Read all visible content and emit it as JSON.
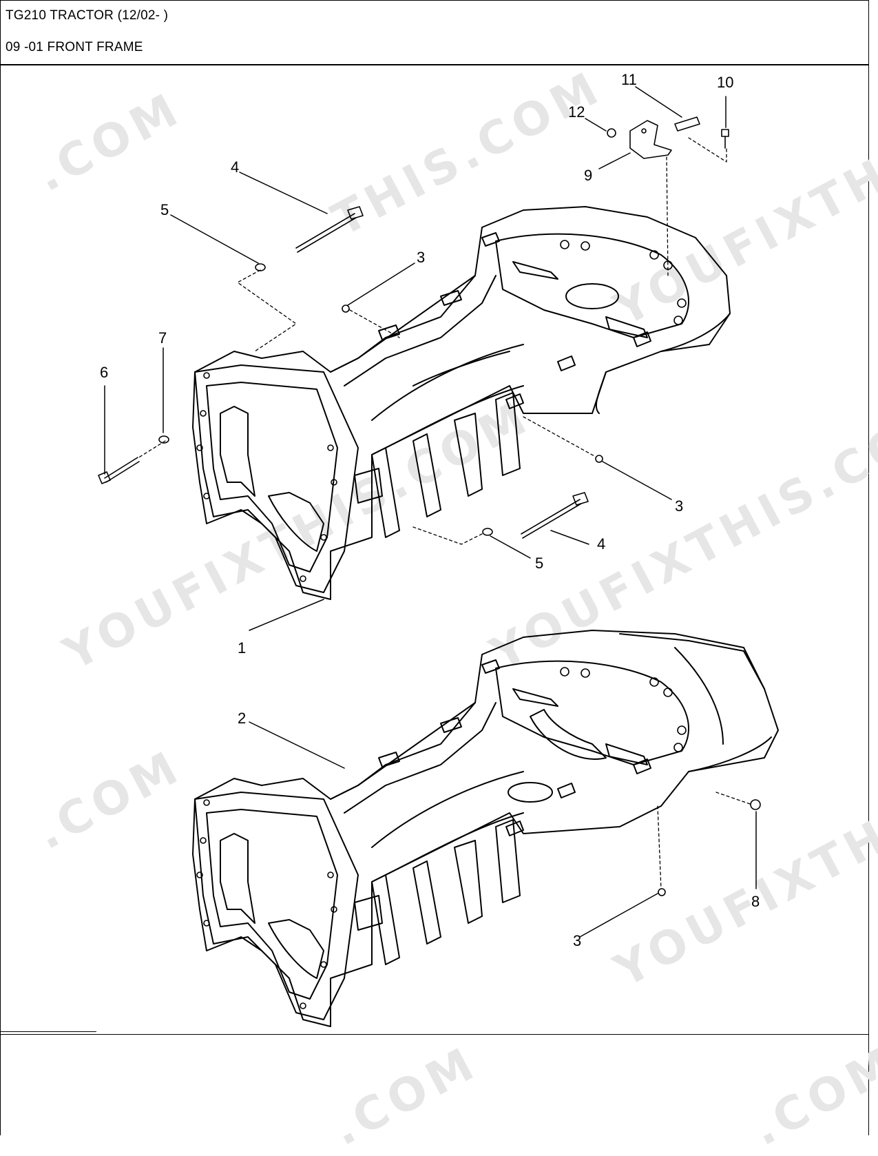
{
  "header": {
    "title": "TG210 TRACTOR (12/02- )",
    "section": "09 -01 FRONT FRAME"
  },
  "watermarks": [
    ".COM",
    "THIS.COM",
    "YOUFIXTHIS",
    "YOUFIXTHIS.COM",
    "YOUFIXTHIS.COM",
    ".COM",
    "YOUFIXTHIS",
    ".COM",
    ".COM"
  ],
  "callouts": {
    "c1": "1",
    "c2": "2",
    "c3a": "3",
    "c3b": "3",
    "c3c": "3",
    "c4a": "4",
    "c4b": "4",
    "c5a": "5",
    "c5b": "5",
    "c6": "6",
    "c7": "7",
    "c8": "8",
    "c9": "9",
    "c10": "10",
    "c11": "11",
    "c12": "12"
  },
  "colors": {
    "line": "#000000",
    "watermark": "#e6e6e6"
  }
}
